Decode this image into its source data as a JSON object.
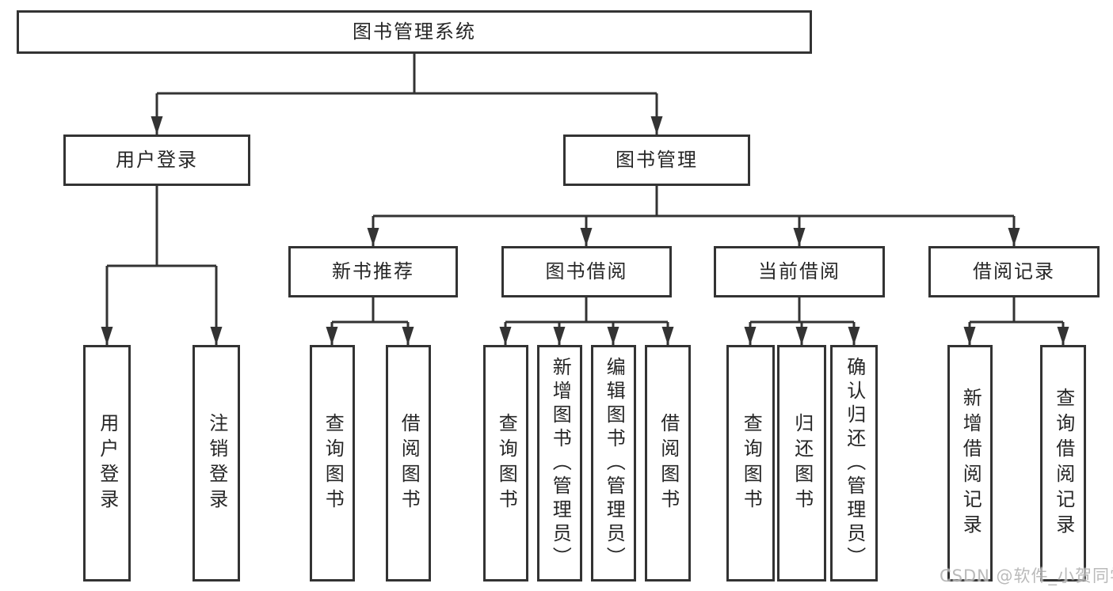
{
  "tree": {
    "label": "图书管理系统",
    "children": [
      {
        "label": "用户登录",
        "children": [
          {
            "label": "用户登录"
          },
          {
            "label": "注销登录"
          }
        ]
      },
      {
        "label": "图书管理",
        "children": [
          {
            "label": "新书推荐",
            "children": [
              {
                "label": "查询图书"
              },
              {
                "label": "借阅图书"
              }
            ]
          },
          {
            "label": "图书借阅",
            "children": [
              {
                "label": "查询图书"
              },
              {
                "label": "新增图书（管理员）"
              },
              {
                "label": "编辑图书（管理员）"
              },
              {
                "label": "借阅图书"
              }
            ]
          },
          {
            "label": "当前借阅",
            "children": [
              {
                "label": "查询图书"
              },
              {
                "label": "归还图书"
              },
              {
                "label": "确认归还（管理员）"
              }
            ]
          },
          {
            "label": "借阅记录",
            "children": [
              {
                "label": "新增借阅记录"
              },
              {
                "label": "查询借阅记录"
              }
            ]
          }
        ]
      }
    ]
  },
  "watermark": {
    "text": "CSDN @软件_小贺同学"
  },
  "colors": {
    "box_border": "#333333",
    "connector": "#333333",
    "text": "#262626",
    "watermark": "#b3b3b3",
    "background": "#ffffff"
  }
}
